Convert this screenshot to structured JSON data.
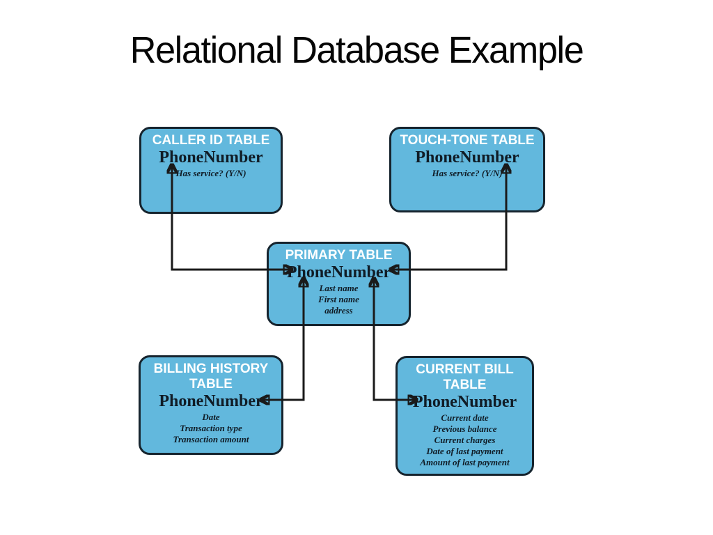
{
  "title": "Relational Database Example",
  "colors": {
    "box_fill": "#62b8dd",
    "box_border": "#16242e",
    "line": "#1a1a1a",
    "header_text": "#ffffff",
    "key_text": "#101c26",
    "title_text": "#050505",
    "page_bg": "#ffffff"
  },
  "boxes": {
    "caller_id": {
      "header": "CALLER ID TABLE",
      "key": "PhoneNumber",
      "attributes": [
        "Has service? (Y/N)"
      ]
    },
    "touch_tone": {
      "header": "TOUCH-TONE TABLE",
      "key": "PhoneNumber",
      "attributes": [
        "Has service? (Y/N)"
      ]
    },
    "primary": {
      "header": "PRIMARY TABLE",
      "key": "PhoneNumber",
      "attributes": [
        "Last name",
        "First name",
        "address"
      ]
    },
    "billing_history": {
      "header": "BILLING HISTORY TABLE",
      "key": "PhoneNumber",
      "attributes": [
        "Date",
        "Transaction type",
        "Transaction amount"
      ]
    },
    "current_bill": {
      "header": "CURRENT BILL TABLE",
      "key": "PhoneNumber",
      "attributes": [
        "Current date",
        "Previous balance",
        "Current charges",
        "Date of last payment",
        "Amount of last payment"
      ]
    }
  },
  "relationships": [
    "CALLER ID TABLE.PhoneNumber <-> PRIMARY TABLE.PhoneNumber",
    "TOUCH-TONE TABLE.PhoneNumber <-> PRIMARY TABLE.PhoneNumber",
    "BILLING HISTORY TABLE.PhoneNumber <-> PRIMARY TABLE.PhoneNumber",
    "CURRENT BILL TABLE.PhoneNumber <-> PRIMARY TABLE.PhoneNumber"
  ]
}
